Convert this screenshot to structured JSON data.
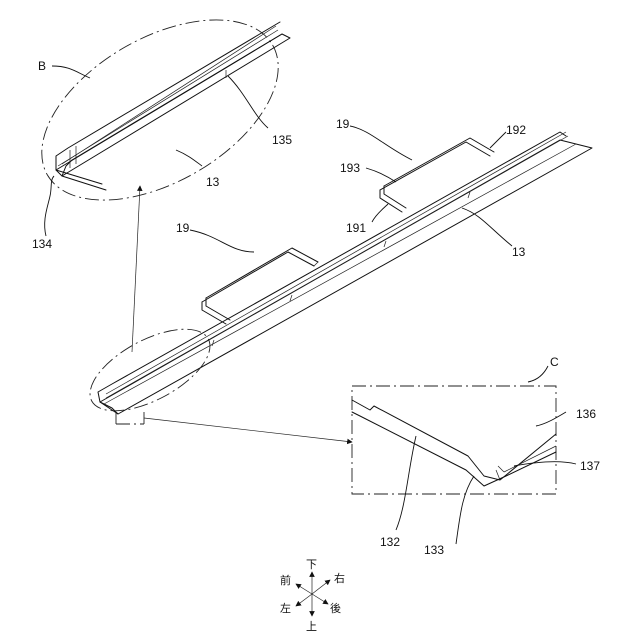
{
  "labels": {
    "b": "B",
    "c": "C",
    "l19_top": "19",
    "l19_mid": "19",
    "l192": "192",
    "l193": "193",
    "l191": "191",
    "l13_detail": "13",
    "l13_main": "13",
    "l134": "134",
    "l135": "135",
    "l132": "132",
    "l133": "133",
    "l136": "136",
    "l137": "137"
  },
  "compass": {
    "down": "下",
    "up": "上",
    "front": "前",
    "back": "後",
    "left": "左",
    "right": "右"
  }
}
